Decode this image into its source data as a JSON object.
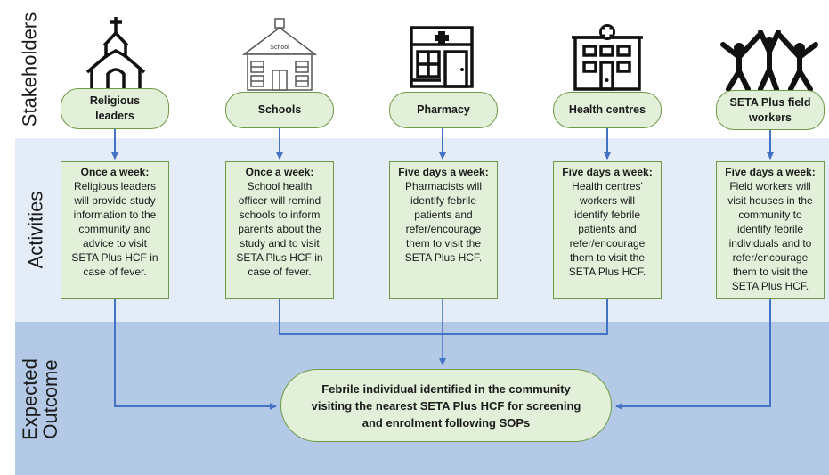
{
  "rows": {
    "stakeholders": "Stakeholders",
    "activities": "Activities",
    "outcome": "Expected\nOutcome"
  },
  "stakeholders": [
    {
      "label": "Religious\nleaders",
      "icon": "church-icon"
    },
    {
      "label": "Schools",
      "icon": "school-icon"
    },
    {
      "label": "Pharmacy",
      "icon": "pharmacy-icon"
    },
    {
      "label": "Health centres",
      "icon": "hospital-icon"
    },
    {
      "label": "SETA Plus field\nworkers",
      "icon": "people-icon"
    }
  ],
  "activities": [
    {
      "frequency": "Once  a week:",
      "text": "Religious leaders\nwill provide study\ninformation to the\ncommunity and\nadvice to visit\nSETA Plus HCF in\ncase of fever."
    },
    {
      "frequency": "Once a week:",
      "text": "School health\nofficer will remind\nschools to inform\nparents about the\nstudy and to visit\nSETA Plus HCF in\ncase of fever."
    },
    {
      "frequency": "Five days a week:",
      "text": "Pharmacists will\nidentify febrile\npatients and\nrefer/encourage\nthem to visit the\nSETA Plus HCF."
    },
    {
      "frequency": "Five days a week:",
      "text": "Health centres'\nworkers will\nidentify febrile\npatients and\nrefer/encourage\nthem to visit the\nSETA Plus HCF."
    },
    {
      "frequency": "Five days a week:",
      "text": "Field workers will\nvisit houses in the\ncommunity to\nidentify febrile\nindividuals and to\nrefer/encourage\nthem to visit the\nSETA Plus HCF."
    }
  ],
  "school_sign": "School",
  "outcome": "Febrile individual identified in the community\nvisiting the nearest SETA Plus HCF for screening\nand enrolment following SOPs",
  "colors": {
    "box_fill": "#e2efd9",
    "box_border": "#6e9a46",
    "arrow": "#4472c4"
  }
}
